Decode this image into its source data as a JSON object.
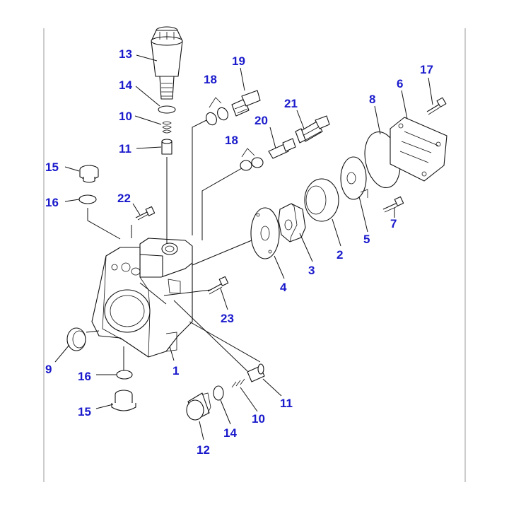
{
  "colors": {
    "callout": "#1a1acc",
    "ink": "#111111",
    "background": "#ffffff",
    "frame": "#999999"
  },
  "callouts": [
    {
      "id": "c13a",
      "label": "13"
    },
    {
      "id": "c14a",
      "label": "14"
    },
    {
      "id": "c10a",
      "label": "10"
    },
    {
      "id": "c11a",
      "label": "11"
    },
    {
      "id": "c15a",
      "label": "15"
    },
    {
      "id": "c16a",
      "label": "16"
    },
    {
      "id": "c22",
      "label": "22"
    },
    {
      "id": "c18a",
      "label": "18"
    },
    {
      "id": "c19",
      "label": "19"
    },
    {
      "id": "c21",
      "label": "21"
    },
    {
      "id": "c20",
      "label": "20"
    },
    {
      "id": "c18b",
      "label": "18"
    },
    {
      "id": "c8",
      "label": "8"
    },
    {
      "id": "c6",
      "label": "6"
    },
    {
      "id": "c17",
      "label": "17"
    },
    {
      "id": "c7",
      "label": "7"
    },
    {
      "id": "c5",
      "label": "5"
    },
    {
      "id": "c2",
      "label": "2"
    },
    {
      "id": "c3",
      "label": "3"
    },
    {
      "id": "c4",
      "label": "4"
    },
    {
      "id": "c23",
      "label": "23"
    },
    {
      "id": "c1",
      "label": "1"
    },
    {
      "id": "c9",
      "label": "9"
    },
    {
      "id": "c16b",
      "label": "16"
    },
    {
      "id": "c15b",
      "label": "15"
    },
    {
      "id": "c11b",
      "label": "11"
    },
    {
      "id": "c10b",
      "label": "10"
    },
    {
      "id": "c14b",
      "label": "14"
    },
    {
      "id": "c12",
      "label": "12"
    }
  ]
}
